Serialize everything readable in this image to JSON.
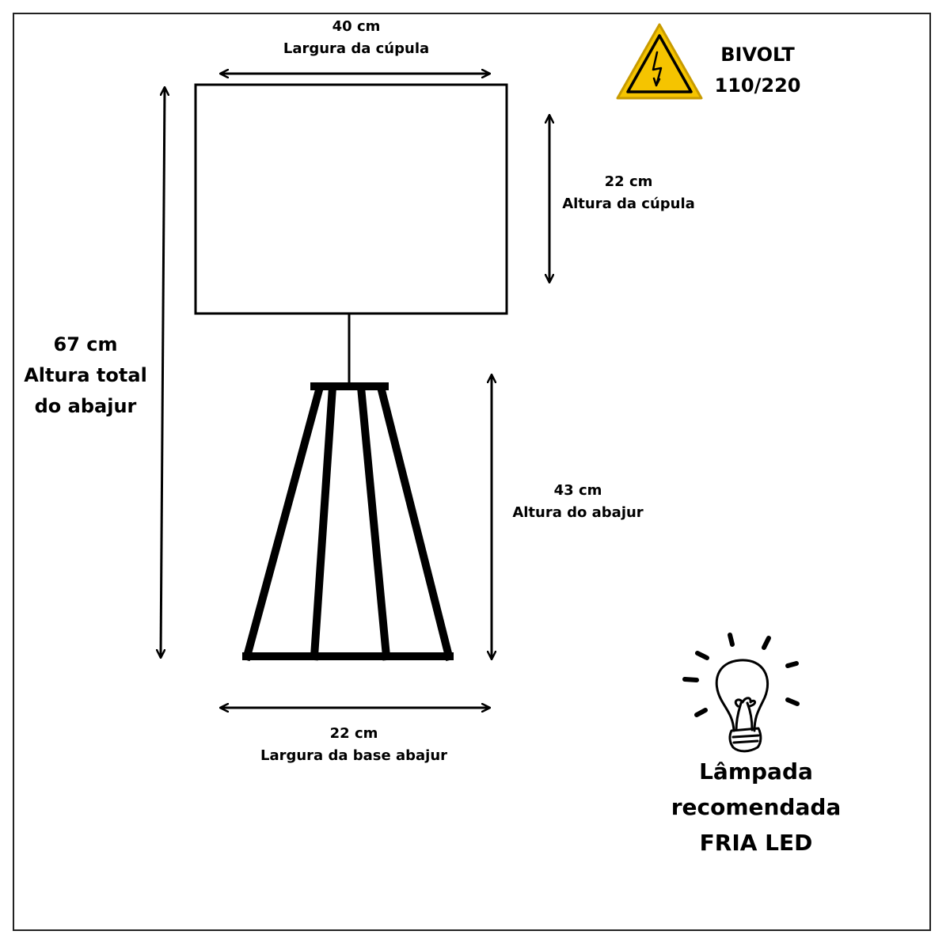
{
  "dimensions": {
    "shade_width": {
      "value": "40 cm",
      "label": "Largura da cúpula"
    },
    "shade_height": {
      "value": "22 cm",
      "label": "Altura da cúpula"
    },
    "total_height": {
      "value": "67 cm",
      "label_line1": "Altura total",
      "label_line2": "do abajur"
    },
    "base_height": {
      "value": "43 cm",
      "label": "Altura do abajur"
    },
    "base_width": {
      "value": "22 cm",
      "label": "Largura da base abajur"
    }
  },
  "voltage": {
    "line1": "BIVOLT",
    "line2": "110/220"
  },
  "lamp": {
    "line1": "Lâmpada",
    "line2": "recomendada",
    "line3": "FRIA LED"
  },
  "colors": {
    "warning_yellow": "#f5c400",
    "ink": "#000000",
    "frame": "#222222"
  },
  "icons": {
    "warning": "high-voltage-warning-icon",
    "bulb": "light-bulb-icon"
  }
}
